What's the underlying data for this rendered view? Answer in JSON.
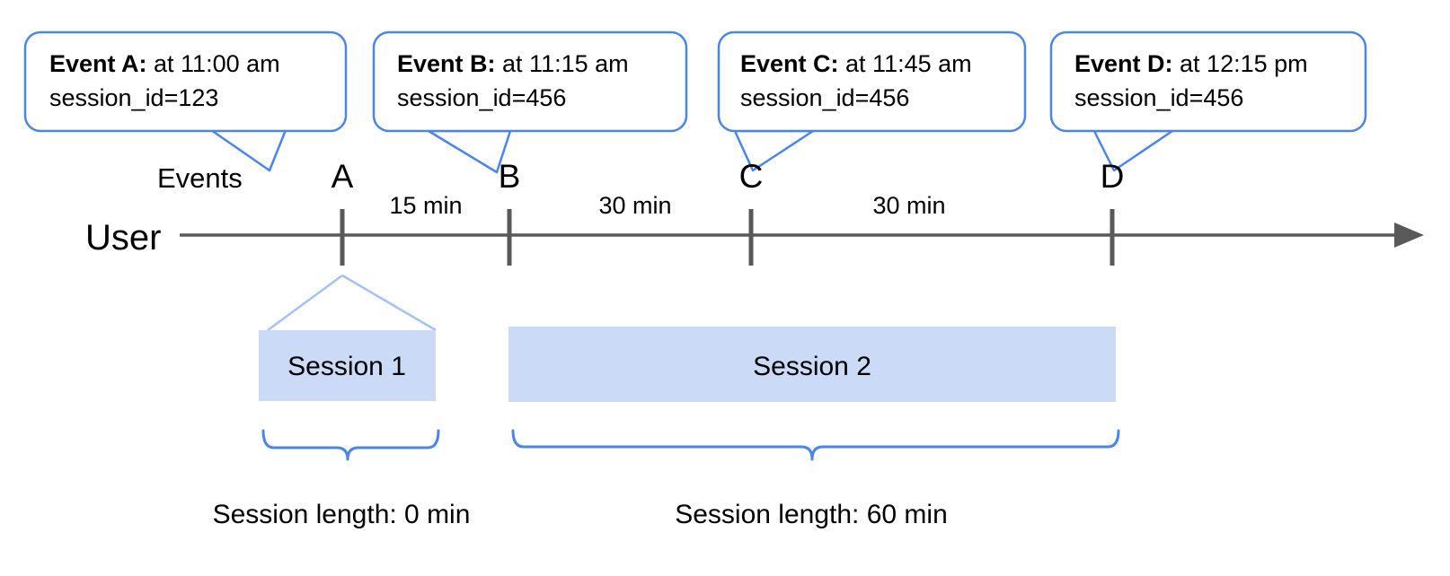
{
  "colors": {
    "callout_border": "#4a86e8",
    "callout_fill": "#ffffff",
    "session_fill": "#cbdaf7",
    "session_funnel_line": "#a4c2f4",
    "brace": "#4a86e8",
    "axis": "#595959",
    "tick": "#595959",
    "text": "#000000"
  },
  "timeline": {
    "row_label_events": "Events",
    "row_label_user": "User",
    "events": [
      {
        "letter": "A",
        "callout_title": "Event A:",
        "callout_time": " at 11:00 am",
        "callout_session": "session_id=123"
      },
      {
        "letter": "B",
        "callout_title": "Event B:",
        "callout_time": " at 11:15 am",
        "callout_session": "session_id=456"
      },
      {
        "letter": "C",
        "callout_title": "Event C:",
        "callout_time": " at 11:45 am",
        "callout_session": "session_id=456"
      },
      {
        "letter": "D",
        "callout_title": "Event D:",
        "callout_time": " at 12:15 pm",
        "callout_session": "session_id=456"
      }
    ],
    "intervals": [
      {
        "label": "15 min",
        "from": "A",
        "to": "B"
      },
      {
        "label": "30 min",
        "from": "B",
        "to": "C"
      },
      {
        "label": "30 min",
        "from": "C",
        "to": "D"
      }
    ]
  },
  "sessions": [
    {
      "name": "Session 1",
      "length_label": "Session length: 0 min"
    },
    {
      "name": "Session 2",
      "length_label": "Session length: 60 min"
    }
  ]
}
